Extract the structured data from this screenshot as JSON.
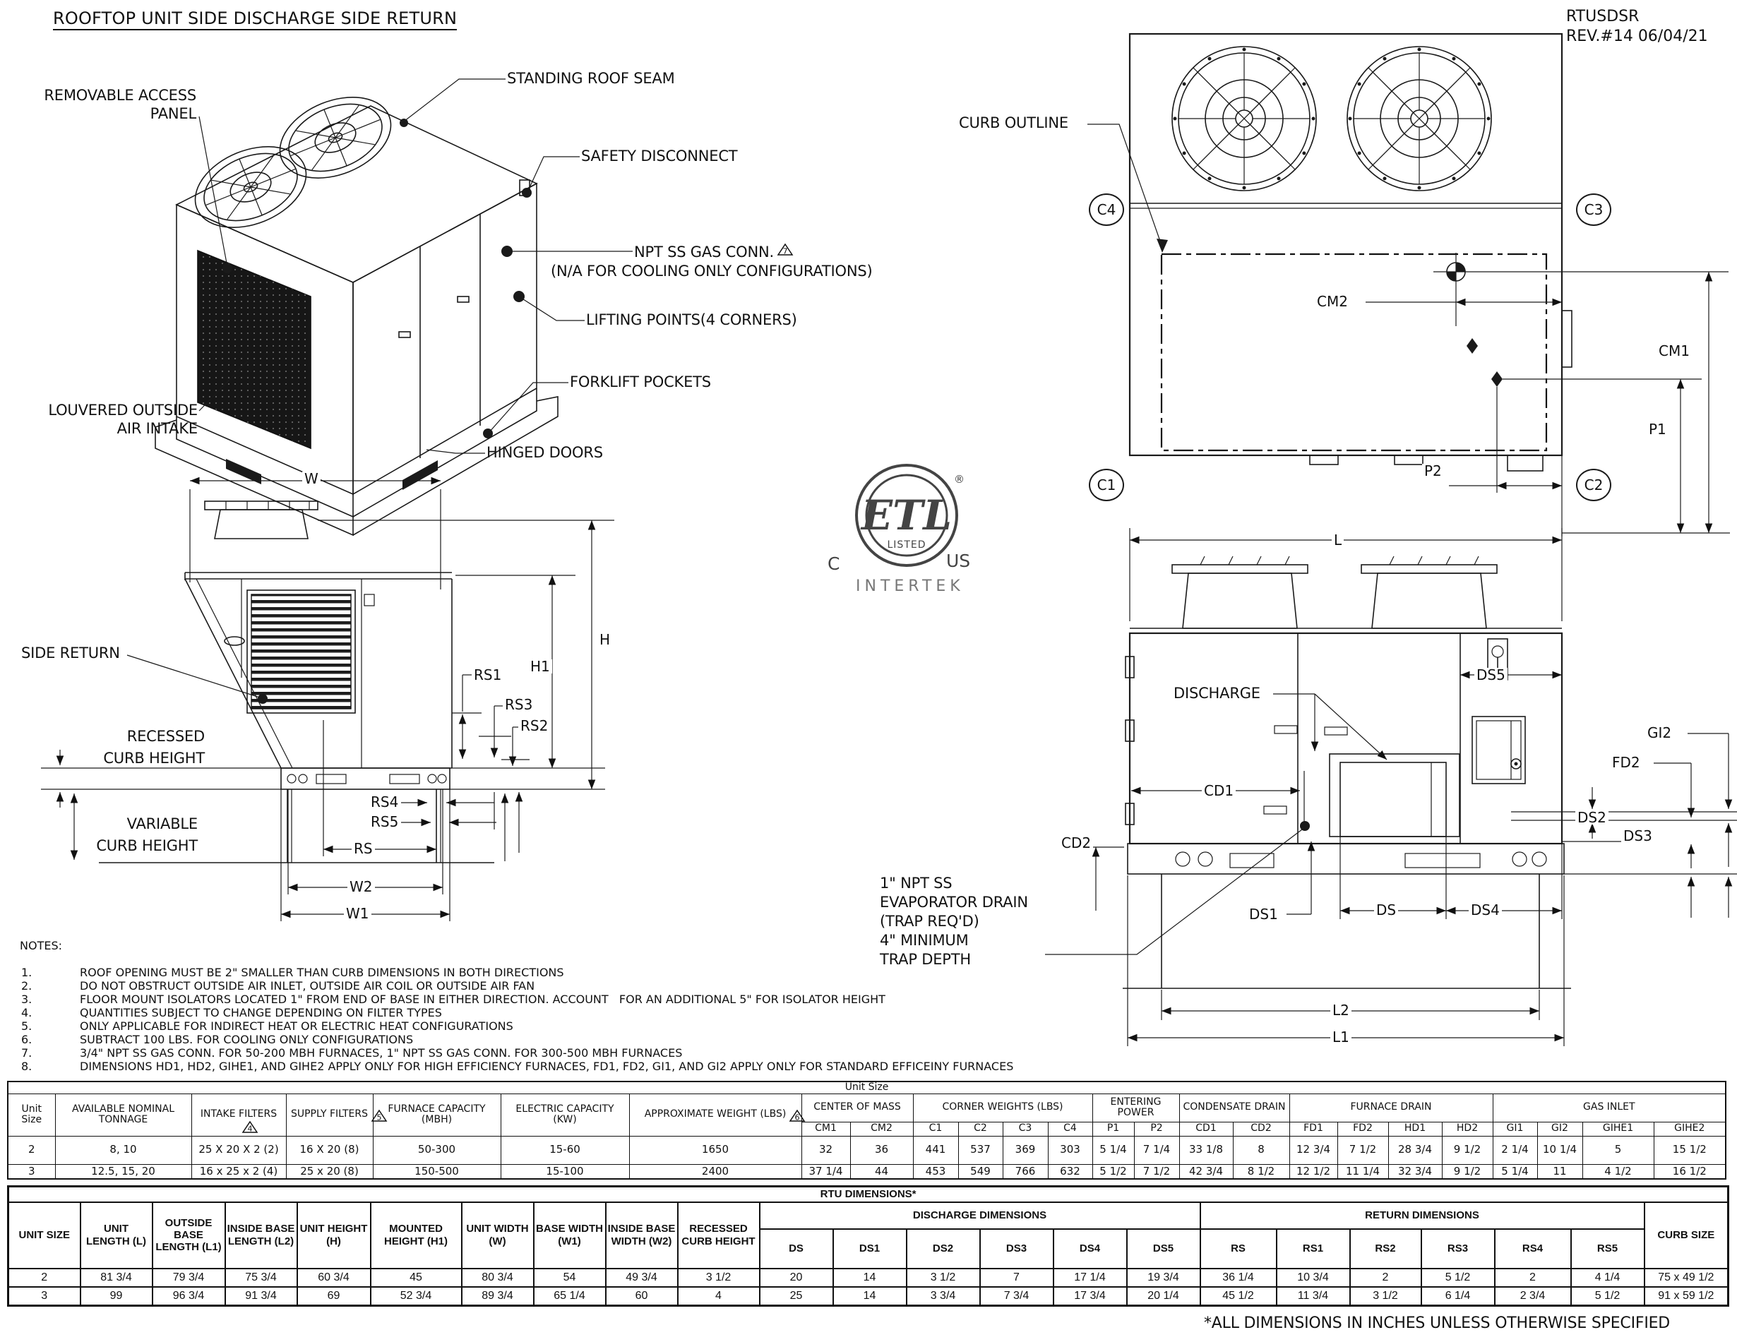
{
  "doc": {
    "title": "ROOFTOP UNIT SIDE DISCHARGE SIDE RETURN",
    "model": "RTUSDSR",
    "revision": "REV.#14 06/04/21",
    "footnote": "*ALL DIMENSIONS IN INCHES UNLESS OTHERWISE SPECIFIED"
  },
  "iso": {
    "removable_access_panel": "REMOVABLE ACCESS\nPANEL",
    "standing_roof_seam": "STANDING ROOF SEAM",
    "safety_disconnect": "SAFETY DISCONNECT",
    "gas_conn": "NPT SS GAS CONN.",
    "gas_conn_flag": "7",
    "gas_conn_note": "(N/A FOR COOLING ONLY CONFIGURATIONS)",
    "lifting_points": "LIFTING POINTS(4 CORNERS)",
    "forklift_pockets": "FORKLIFT POCKETS",
    "hinged_doors": "HINGED DOORS",
    "louvered_intake": "LOUVERED OUTSIDE\nAIR INTAKE"
  },
  "top": {
    "curb_outline": "CURB OUTLINE",
    "c1": "C1",
    "c2": "C2",
    "c3": "C3",
    "c4": "C4",
    "cm1": "CM1",
    "cm2": "CM2",
    "p1": "P1",
    "p2": "P2"
  },
  "front": {
    "side_return": "SIDE RETURN",
    "recessed_curb": "RECESSED\nCURB HEIGHT",
    "variable_curb": "VARIABLE\nCURB HEIGHT",
    "w": "W",
    "h": "H",
    "h1": "H1",
    "rs1": "RS1",
    "rs3": "RS3",
    "rs2": "RS2",
    "rs4": "RS4",
    "rs5": "RS5",
    "rs": "RS",
    "w2": "W2",
    "w1": "W1"
  },
  "side": {
    "discharge": "DISCHARGE",
    "evap_drain": "1\" NPT SS\nEVAPORATOR DRAIN\n(TRAP REQ'D)\n4\" MINIMUM\nTRAP DEPTH",
    "l": "L",
    "l2": "L2",
    "l1": "L1",
    "ds": "DS",
    "ds1": "DS1",
    "ds2": "DS2",
    "ds3": "DS3",
    "ds4": "DS4",
    "ds5": "DS5",
    "cd1": "CD1",
    "cd2": "CD2",
    "gi2": "GI2",
    "fd2": "FD2"
  },
  "etl": {
    "c": "C",
    "us": "US",
    "listed": "LISTED",
    "intertek": "INTERTEK",
    "brand": "ETL",
    "reg": "®"
  },
  "notes": {
    "heading": "NOTES:",
    "items": [
      {
        "num": "1.",
        "text": "ROOF OPENING MUST BE 2\" SMALLER THAN CURB DIMENSIONS IN BOTH DIRECTIONS"
      },
      {
        "num": "2.",
        "text": "DO NOT OBSTRUCT OUTSIDE AIR INLET, OUTSIDE AIR COIL OR OUTSIDE AIR FAN"
      },
      {
        "num": "3.",
        "text": "FLOOR MOUNT ISOLATORS LOCATED 1\" FROM END OF BASE IN EITHER DIRECTION. ACCOUNT   FOR AN ADDITIONAL 5\" FOR ISOLATOR HEIGHT"
      },
      {
        "num": "4.",
        "text": "QUANTITIES SUBJECT TO CHANGE DEPENDING ON FILTER TYPES"
      },
      {
        "num": "5.",
        "text": "ONLY APPLICABLE FOR INDIRECT HEAT OR ELECTRIC HEAT CONFIGURATIONS"
      },
      {
        "num": "6.",
        "text": "SUBTRACT 100 LBS. FOR COOLING ONLY CONFIGURATIONS"
      },
      {
        "num": "7.",
        "text": "3/4\" NPT SS GAS CONN. FOR 50-200 MBH FURNACES, 1\" NPT SS GAS CONN. FOR 300-500 MBH FURNACES"
      },
      {
        "num": "8.",
        "text": "DIMENSIONS HD1, HD2, GIHE1, AND GIHE2 APPLY ONLY FOR HIGH EFFICIENCY FURNACES, FD1, FD2, GI1, AND GI2 APPLY ONLY FOR STANDARD EFFICEINY FURNACES"
      }
    ]
  },
  "unit_size_table": {
    "title": "Unit Size",
    "h_unit_size": "Unit Size",
    "h_tonnage": "AVAILABLE NOMINAL TONNAGE",
    "h_intake": "INTAKE FILTERS",
    "intake_flag": "4",
    "h_supply": "SUPPLY FILTERS",
    "supply_flag": "5",
    "h_furnace": "FURNACE CAPACITY (MBH)",
    "h_electric": "ELECTRIC CAPACITY (KW)",
    "h_weight": "APPROXIMATE WEIGHT (LBS)",
    "weight_flag": "6",
    "g_center_of_mass": "CENTER OF MASS",
    "g_corner_weights": "CORNER WEIGHTS (LBS)",
    "g_entering_power": "ENTERING POWER",
    "g_condensate": "CONDENSATE DRAIN",
    "g_furnace_drain": "FURNACE DRAIN",
    "g_gas_inlet": "GAS INLET",
    "sub": [
      "CM1",
      "CM2",
      "C1",
      "C2",
      "C3",
      "C4",
      "P1",
      "P2",
      "CD1",
      "CD2",
      "FD1",
      "FD2",
      "HD1",
      "HD2",
      "GI1",
      "GI2",
      "GIHE1",
      "GIHE2"
    ],
    "rows": [
      [
        "2",
        "8, 10",
        "25 X 20 X 2 (2)",
        "16 X 20 (8)",
        "50-300",
        "15-60",
        "1650",
        "32",
        "36",
        "441",
        "537",
        "369",
        "303",
        "5 1/4",
        "7 1/4",
        "33 1/8",
        "8",
        "12 3/4",
        "7 1/2",
        "28 3/4",
        "9 1/2",
        "2 1/4",
        "10 1/4",
        "5",
        "15 1/2"
      ],
      [
        "3",
        "12.5, 15, 20",
        "16 x 25 x 2 (4)",
        "25 x 20 (8)",
        "150-500",
        "15-100",
        "2400",
        "37 1/4",
        "44",
        "453",
        "549",
        "766",
        "632",
        "5 1/2",
        "7 1/2",
        "42 3/4",
        "8 1/2",
        "12 1/2",
        "11 1/4",
        "32 3/4",
        "9 1/2",
        "5 1/4",
        "11",
        "4 1/2",
        "16 1/2"
      ]
    ]
  },
  "rtu_table": {
    "title": "RTU DIMENSIONS*",
    "headers": [
      "UNIT SIZE",
      "UNIT LENGTH (L)",
      "OUTSIDE BASE LENGTH (L1)",
      "INSIDE BASE LENGTH (L2)",
      "UNIT HEIGHT (H)",
      "MOUNTED HEIGHT (H1)",
      "UNIT WIDTH (W)",
      "BASE WIDTH (W1)",
      "INSIDE BASE WIDTH (W2)",
      "RECESSED CURB HEIGHT"
    ],
    "discharge_group": "DISCHARGE DIMENSIONS",
    "discharge_cols": [
      "DS",
      "DS1",
      "DS2",
      "DS3",
      "DS4",
      "DS5"
    ],
    "return_group": "RETURN DIMENSIONS",
    "return_cols": [
      "RS",
      "RS1",
      "RS2",
      "RS3",
      "RS4",
      "RS5"
    ],
    "curb_size": "CURB SIZE",
    "rows": [
      [
        "2",
        "81 3/4",
        "79 3/4",
        "75 3/4",
        "60 3/4",
        "45",
        "80 3/4",
        "54",
        "49 3/4",
        "3 1/2",
        "20",
        "14",
        "3 1/2",
        "7",
        "17 1/4",
        "19 3/4",
        "36 1/4",
        "10 3/4",
        "2",
        "5 1/2",
        "2",
        "4 1/4",
        "75 x 49 1/2"
      ],
      [
        "3",
        "99",
        "96 3/4",
        "91 3/4",
        "69",
        "52 3/4",
        "89 3/4",
        "65 1/4",
        "60",
        "4",
        "25",
        "14",
        "3 3/4",
        "7 3/4",
        "17 3/4",
        "20 1/4",
        "45 1/2",
        "11 3/4",
        "3 1/2",
        "6 1/4",
        "2 3/4",
        "5 1/2",
        "91 x 59 1/2"
      ]
    ]
  }
}
